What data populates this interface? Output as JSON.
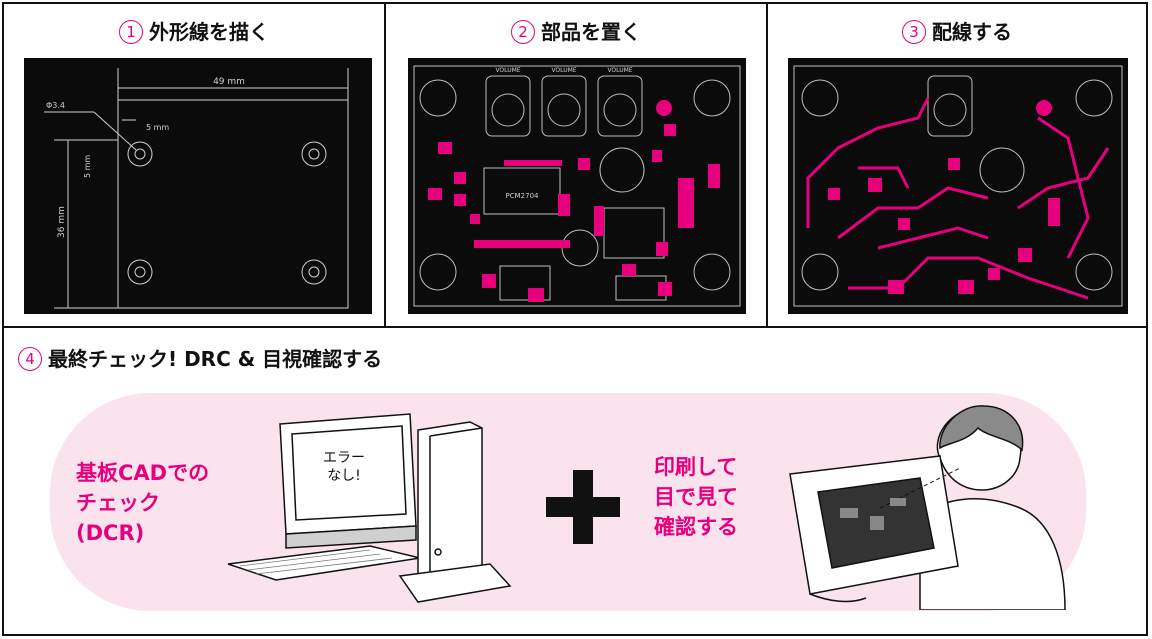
{
  "steps": [
    {
      "num": "1",
      "label": "外形線を描く"
    },
    {
      "num": "2",
      "label": "部品を置く"
    },
    {
      "num": "3",
      "label": "配線する"
    }
  ],
  "panel1": {
    "width_label": "49 mm",
    "height_label": "36 mm",
    "hole_label": "Φ3.4",
    "offset_label": "5 mm",
    "inner_label": "5 mm"
  },
  "panel2": {
    "ic_label": "PCM2704",
    "top_labels": [
      "VOLUME",
      "VOLUME",
      "VOLUME"
    ]
  },
  "final": {
    "num": "4",
    "label": "最終チェック! DRC & 目視確認する"
  },
  "computer": {
    "screen_text": "エラー\nなし!"
  },
  "left_text": "基板CADでの\nチェック\n(DCR)",
  "right_text": "印刷して\n目で見て\n確認する",
  "colors": {
    "accent": "#e6007e",
    "band": "#fbe3ee",
    "panel_bg": "#0b0b0b"
  }
}
